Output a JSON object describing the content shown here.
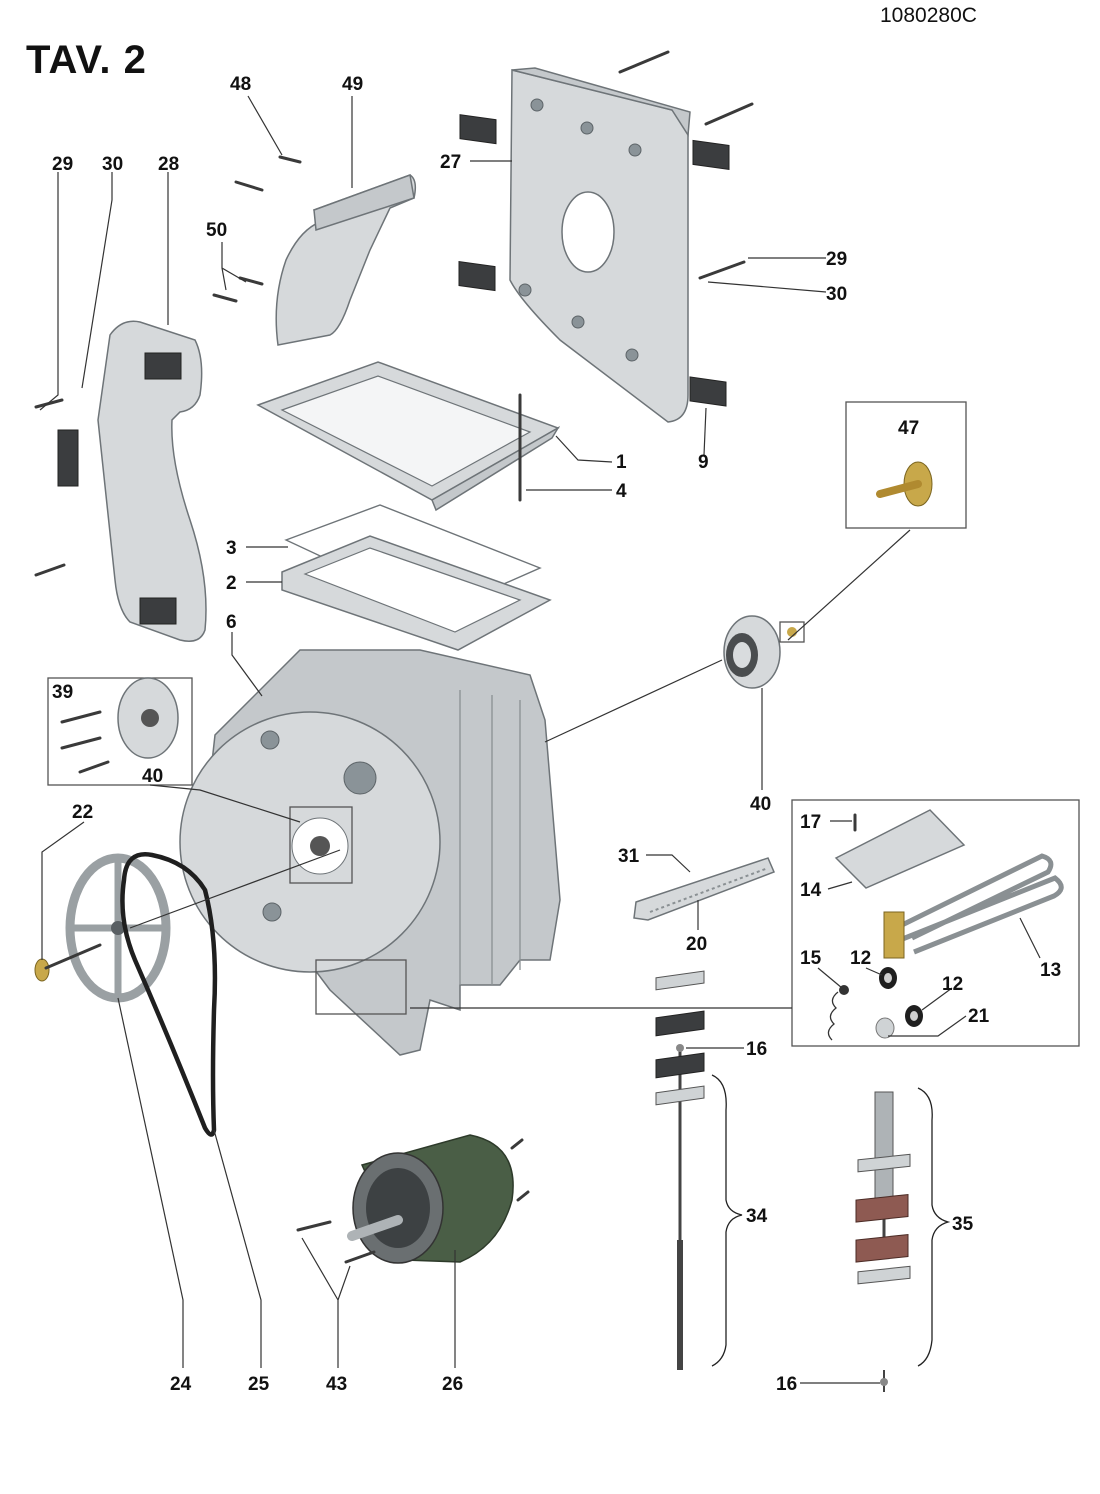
{
  "header": {
    "code": "1080280C",
    "title": "TAV. 2"
  },
  "labels": {
    "l1": "1",
    "l2": "2",
    "l3": "3",
    "l4": "4",
    "l6": "6",
    "l9": "9",
    "l12a": "12",
    "l12b": "12",
    "l13": "13",
    "l14": "14",
    "l15": "15",
    "l16a": "16",
    "l16b": "16",
    "l17": "17",
    "l20": "20",
    "l21": "21",
    "l22": "22",
    "l24": "24",
    "l25": "25",
    "l26": "26",
    "l27": "27",
    "l28": "28",
    "l29a": "29",
    "l29b": "29",
    "l30a": "30",
    "l30b": "30",
    "l31": "31",
    "l34": "34",
    "l35": "35",
    "l39": "39",
    "l40a": "40",
    "l40b": "40",
    "l43": "43",
    "l47": "47",
    "l48": "48",
    "l49": "49",
    "l50": "50"
  },
  "colors": {
    "part": "#d6d9db",
    "motor": "#4a5e46",
    "pad": "#8e5a52",
    "brass": "#c8a84a"
  }
}
